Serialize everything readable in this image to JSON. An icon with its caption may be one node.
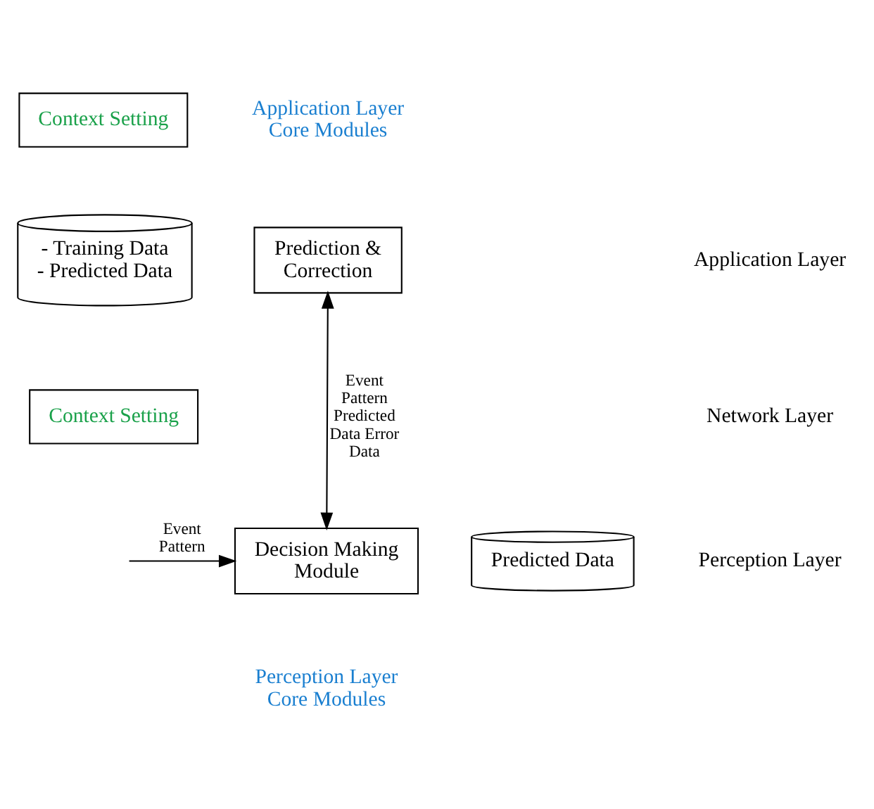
{
  "diagram": {
    "nodes": [
      {
        "text": [
          "Context Setting"
        ]
      },
      {
        "text": [
          "- Training Data - Predicted Data"
        ]
      },
      {
        "text": [
          "Prediction & Correction"
        ]
      },
      {
        "text": [
          "Context Setting"
        ]
      },
      {
        "text": [
          "Decision Making Module"
        ]
      },
      {
        "text": [
          "Predicted Data"
        ]
      }
    ],
    "edges": [
      {
        "from": 2,
        "to": 4,
        "arrow": "both",
        "label": "Event Pattern Predicted Data Error Data"
      },
      {
        "from": null,
        "to": 4,
        "arrow": "to",
        "label": "Event Pattern"
      }
    ],
    "labels": [
      "Application Layer Core Modules",
      "Application Layer",
      "Network Layer",
      "Perception Layer",
      "Perception Layer Core Modules"
    ]
  }
}
